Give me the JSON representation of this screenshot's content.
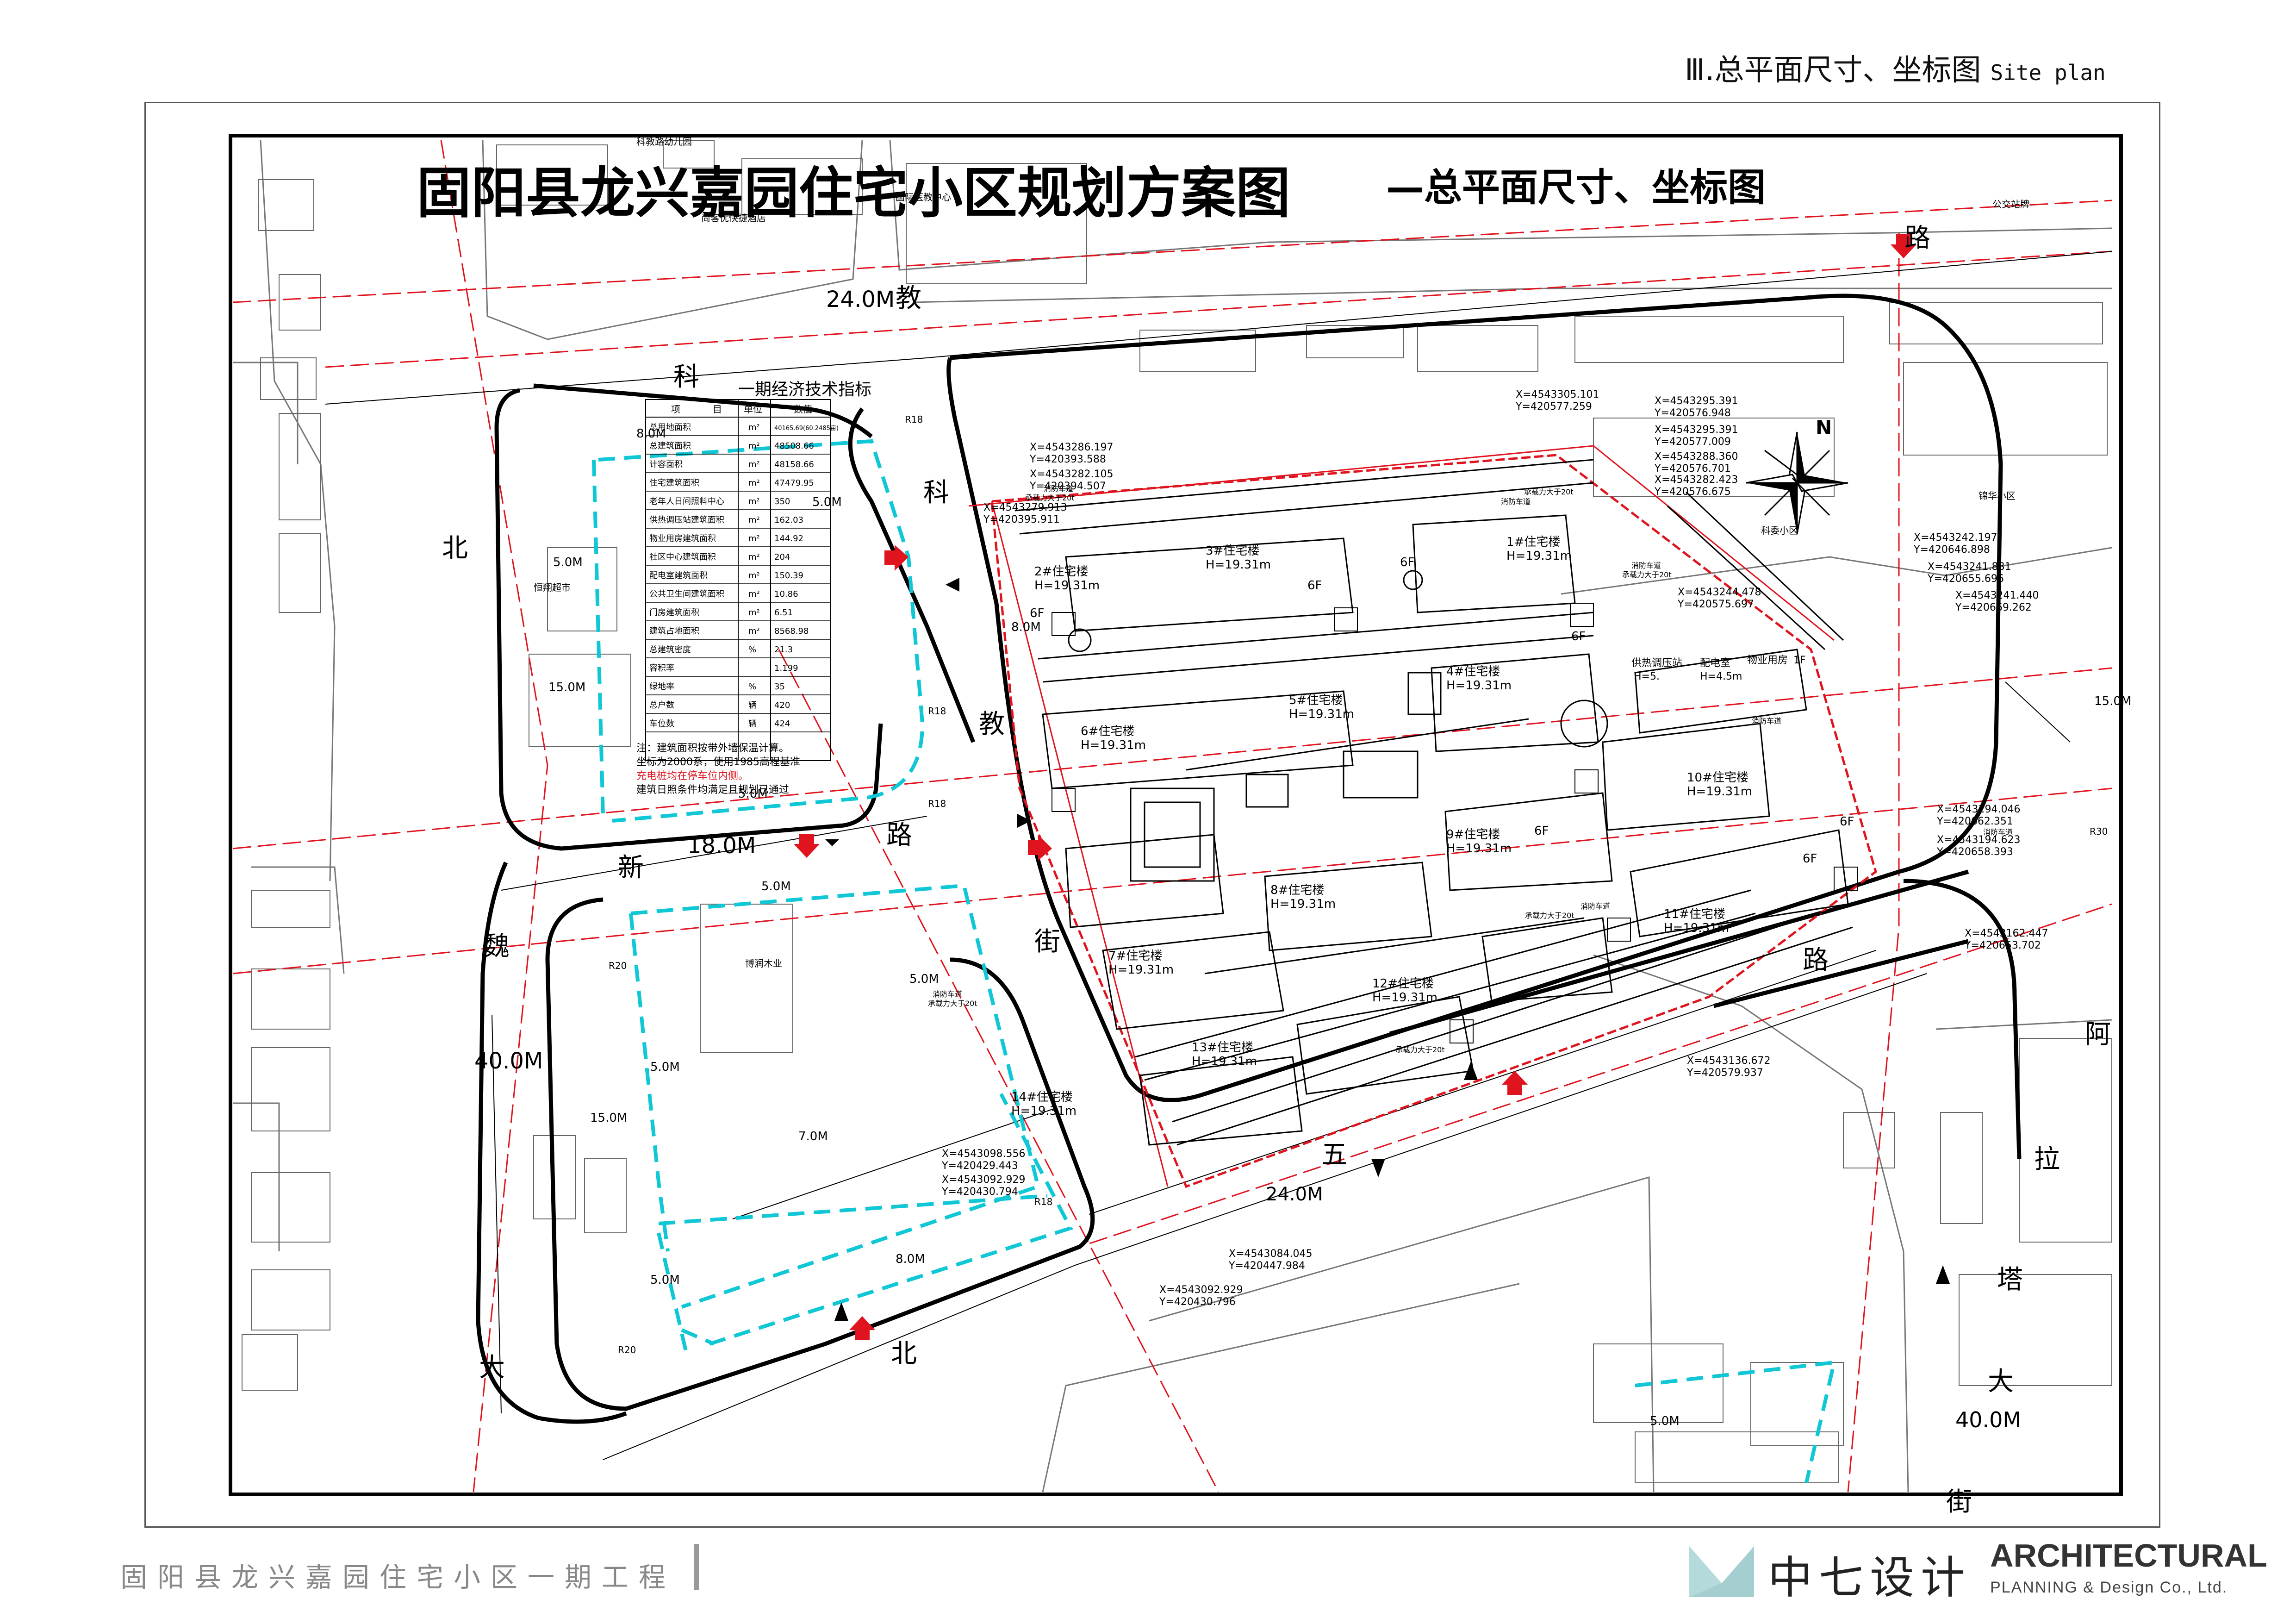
{
  "header": {
    "title_cn": "Ⅲ.总平面尺寸、坐标图",
    "title_en": "Site plan"
  },
  "plan": {
    "main_title": "固阳县龙兴嘉园住宅小区规划方案图",
    "sub_title": "—总平面尺寸、坐标图",
    "roads": {
      "kejiao_road": [
        "科",
        "教",
        "路"
      ],
      "kejiao_width": "24.0M",
      "kejiao_vertical": [
        "科",
        "教",
        "街"
      ],
      "xinbei_road": [
        "新",
        "路"
      ],
      "xinbei_width": "18.0M",
      "beiwei_road": [
        "北",
        "魏",
        "大"
      ],
      "beiwei_width": "40.0M",
      "north_road": "北",
      "wu_road": "五",
      "wu_width": "24.0M",
      "wu_road_label": "路",
      "alata_road": [
        "阿",
        "拉",
        "塔",
        "大",
        "街"
      ],
      "alata_width": "40.0M"
    },
    "landmarks": {
      "kindergarten": "科教路幼儿园",
      "hotel": "尚客优快捷酒店",
      "health_center": "国际医教中心",
      "bus_stop": "公交站牌",
      "jinhua": "锦华小区",
      "kejiao_community": "科委小区",
      "factory": "博润木业",
      "hengxiang": "恒翔超市"
    },
    "buildings": [
      {
        "name": "1#住宅楼",
        "h": "H=19.31m"
      },
      {
        "name": "2#住宅楼",
        "h": "H=19.31m"
      },
      {
        "name": "3#住宅楼",
        "h": "H=19.31m"
      },
      {
        "name": "4#住宅楼",
        "h": "H=19.31m"
      },
      {
        "name": "5#住宅楼",
        "h": "H=19.31m"
      },
      {
        "name": "6#住宅楼",
        "h": "H=19.31m"
      },
      {
        "name": "7#住宅楼",
        "h": "H=19.31m"
      },
      {
        "name": "8#住宅楼",
        "h": "H=19.31m"
      },
      {
        "name": "9#住宅楼",
        "h": "H=19.31m"
      },
      {
        "name": "10#住宅楼",
        "h": "H=19.31m"
      },
      {
        "name": "11#住宅楼",
        "h": "H=19.31m"
      },
      {
        "name": "12#住宅楼",
        "h": "H=19.31m"
      },
      {
        "name": "13#住宅楼",
        "h": "H=19.31m"
      },
      {
        "name": "14#住宅楼",
        "h": "H=19.31m"
      }
    ],
    "floors": "6F",
    "setbacks": {
      "s8": "8.0M",
      "s5": "5.0M",
      "s15": "15.0M",
      "s7": "7.0M",
      "r18": "R18",
      "r20": "R20",
      "r30": "R30"
    },
    "coordinates": [
      {
        "x": "X=4543305.101",
        "y": "Y=420577.259"
      },
      {
        "x": "X=4543295.391",
        "y": "Y=420576.948"
      },
      {
        "x": "X=4543295.391",
        "y": "Y=420577.009"
      },
      {
        "x": "X=4543288.360",
        "y": "Y=420576.701"
      },
      {
        "x": "X=4543282.423",
        "y": "Y=420576.675"
      },
      {
        "x": "X=4543286.197",
        "y": "Y=420393.588"
      },
      {
        "x": "X=4543282.105",
        "y": "Y=420394.507"
      },
      {
        "x": "X=4543279.913",
        "y": "Y=420395.911"
      },
      {
        "x": "X=4543242.197",
        "y": "Y=420646.898"
      },
      {
        "x": "X=4543241.881",
        "y": "Y=420655.696"
      },
      {
        "x": "X=4543241.440",
        "y": "Y=420669.262"
      },
      {
        "x": "X=4543244.478",
        "y": "Y=420575.697"
      },
      {
        "x": "X=4543194.046",
        "y": "Y=420662.351"
      },
      {
        "x": "X=4543194.623",
        "y": "Y=420658.393"
      },
      {
        "x": "X=4543162.447",
        "y": "Y=420653.702"
      },
      {
        "x": "X=4543136.672",
        "y": "Y=420579.937"
      },
      {
        "x": "X=4543098.556",
        "y": "Y=420429.443"
      },
      {
        "x": "X=4543092.929",
        "y": "Y=420430.794"
      },
      {
        "x": "X=4543084.045",
        "y": "Y=420447.984"
      },
      {
        "x": "X=4543092.929",
        "y": "Y=420430.796"
      }
    ],
    "fire_labels": {
      "access": "消防车道",
      "load": "承载力大于20t"
    },
    "north_label": "N",
    "small_buildings": {
      "heat": "供热调压站",
      "power": "配电室",
      "property": "物业用房",
      "heat_h": "H=5.",
      "power_h": "H=4.5m",
      "property_h": "1F"
    },
    "tech_table": {
      "title": "一期经济技术指标",
      "headers": [
        "项",
        "目",
        "单位",
        "数值"
      ],
      "rows": [
        [
          "总用地面积",
          "m²",
          "40165.69(60.2485亩)"
        ],
        [
          "总建筑面积",
          "m²",
          "48508.66"
        ],
        [
          "计容面积",
          "m²",
          "48158.66"
        ],
        [
          "住宅建筑面积",
          "m²",
          "47479.95"
        ],
        [
          "老年人日间照料中心",
          "m²",
          "350"
        ],
        [
          "供热调压站建筑面积",
          "m²",
          "162.03"
        ],
        [
          "物业用房建筑面积",
          "m²",
          "144.92"
        ],
        [
          "社区中心建筑面积",
          "m²",
          "204"
        ],
        [
          "配电室建筑面积",
          "m²",
          "150.39"
        ],
        [
          "公共卫生间建筑面积",
          "m²",
          "10.86"
        ],
        [
          "门房建筑面积",
          "m²",
          "6.51"
        ],
        [
          "建筑占地面积",
          "m²",
          "8568.98"
        ],
        [
          "总建筑密度",
          "%",
          "21.3"
        ],
        [
          "容积率",
          "",
          "1.199"
        ],
        [
          "绿地率",
          "%",
          "35"
        ],
        [
          "总户数",
          "辆",
          "420"
        ],
        [
          "车位数",
          "辆",
          "424"
        ]
      ],
      "notes": [
        "注：建筑面积按带外墙保温计算。",
        "坐标为2000系，使用1985高程基准",
        "充电桩均在停车位内侧。",
        "建筑日照条件均满足且规划已通过"
      ]
    }
  },
  "footer": {
    "project": "固阳县龙兴嘉园住宅小区一期工程",
    "company_cn": "中七设计",
    "company_en": "ARCHITECTURAL",
    "company_en2": "PLANNING & Design Co., Ltd."
  },
  "colors": {
    "red": "#e0141e",
    "cyan": "#10c7d6",
    "black": "#000000"
  }
}
